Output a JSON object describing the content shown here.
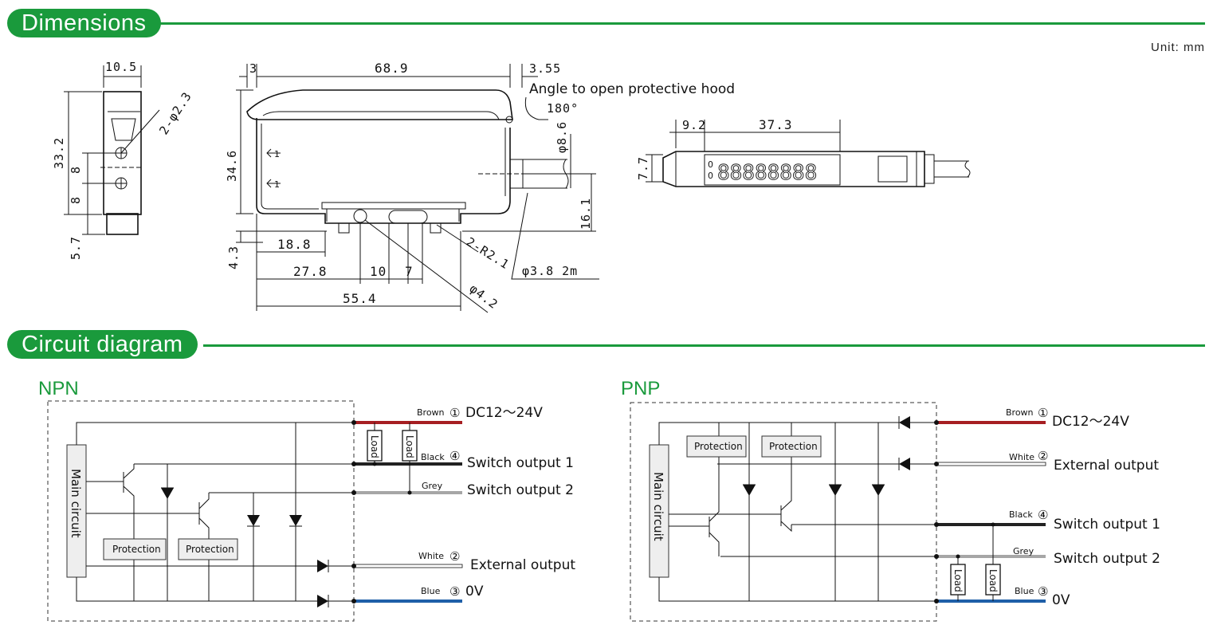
{
  "sections": {
    "dimensions": "Dimensions",
    "circuit": "Circuit diagram"
  },
  "unit": "Unit: mm",
  "dimensions": {
    "side": {
      "width": "10.5",
      "hole": "2-φ2.3",
      "height": "33.2",
      "pitch1": "8",
      "pitch2": "8",
      "bottom": "5.7"
    },
    "front": {
      "top_left": "3",
      "length": "68.9",
      "top_right": "3.55",
      "hood_note": "Angle to open protective hood",
      "hood_angle": "180°",
      "height": "34.6",
      "cable_dia": "φ8.6",
      "right_height": "16.1",
      "bottom_offset": "4.3",
      "d_18_8": "18.8",
      "radius": "2-R2.1",
      "cable": "φ3.8  2m",
      "d_27_8": "27.8",
      "d_10": "10",
      "d_7": "7",
      "hole_dia": "φ4.2",
      "d_55_4": "55.4",
      "arrow1": "1",
      "arrow2": "1"
    },
    "top": {
      "left": "9.2",
      "display_width": "37.3",
      "height": "7.7",
      "digits": "88888888",
      "leds": [
        "0",
        "0"
      ]
    }
  },
  "npn": {
    "title": "NPN",
    "main_circuit": "Main circuit",
    "protection": [
      "Protection",
      "Protection"
    ],
    "loads": [
      "Load",
      "Load"
    ],
    "wires": [
      {
        "color": "Brown",
        "num": "①",
        "desc": "DC12～24V",
        "line_color": "#a61e22"
      },
      {
        "color": "Black",
        "num": "④",
        "desc": "Switch output 1",
        "line_color": "#222222"
      },
      {
        "color": "Grey",
        "num": "",
        "desc": "Switch output 2",
        "line_color": "#a6a6a6"
      },
      {
        "color": "White",
        "num": "②",
        "desc": "External output",
        "line_color": "#ffffff"
      },
      {
        "color": "Blue",
        "num": "③",
        "desc": "0V",
        "line_color": "#1f5fa8"
      }
    ]
  },
  "pnp": {
    "title": "PNP",
    "main_circuit": "Main circuit",
    "protection": [
      "Protection",
      "Protection"
    ],
    "loads": [
      "Load",
      "Load"
    ],
    "wires": [
      {
        "color": "Brown",
        "num": "①",
        "desc": "DC12～24V",
        "line_color": "#a61e22"
      },
      {
        "color": "White",
        "num": "②",
        "desc": "External output",
        "line_color": "#ffffff"
      },
      {
        "color": "Black",
        "num": "④",
        "desc": "Switch output 1",
        "line_color": "#222222"
      },
      {
        "color": "Grey",
        "num": "",
        "desc": "Switch output 2",
        "line_color": "#a6a6a6"
      },
      {
        "color": "Blue",
        "num": "③",
        "desc": "0V",
        "line_color": "#1f5fa8"
      }
    ]
  },
  "colors": {
    "accent": "#1a9a3c"
  }
}
